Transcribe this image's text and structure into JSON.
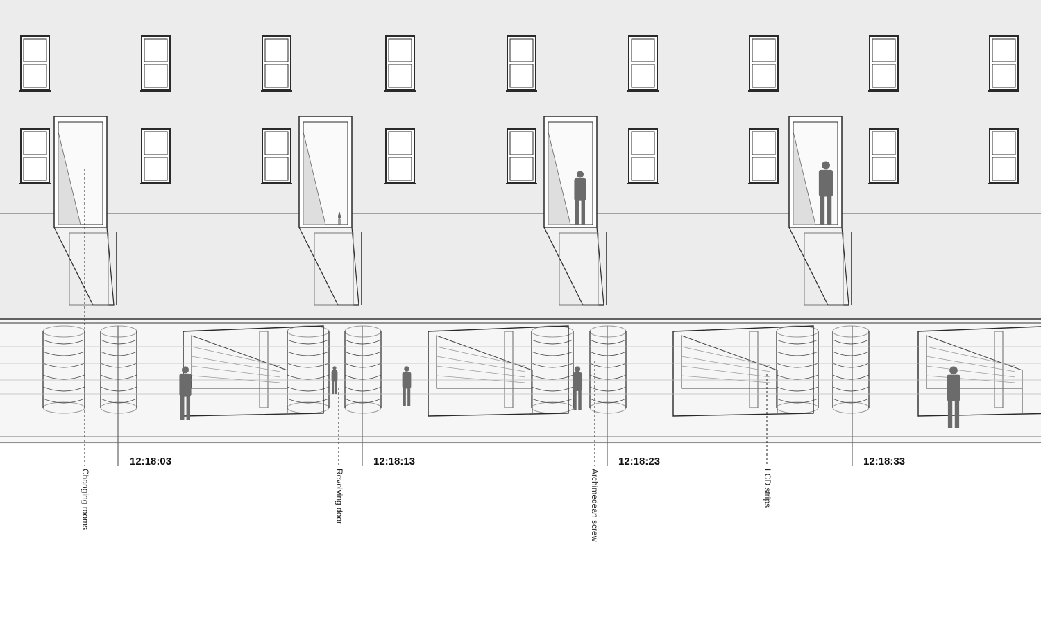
{
  "drawing": {
    "timestamps": [
      "12:18:03",
      "12:18:13",
      "12:18:23",
      "12:18:33"
    ],
    "annotations": [
      {
        "id": "changing-rooms",
        "text": "Changing rooms"
      },
      {
        "id": "revolving-door",
        "text": "Revolving door"
      },
      {
        "id": "archimedean-screw",
        "text": "Archimedean screw"
      },
      {
        "id": "lcd-strips",
        "text": "LCD strips"
      }
    ]
  },
  "colors": {
    "facade": "#ececec",
    "line": "#2a2a2a",
    "ghost": "#9a9a9a",
    "figure": "#6b6b6b",
    "paper": "#ffffff"
  }
}
